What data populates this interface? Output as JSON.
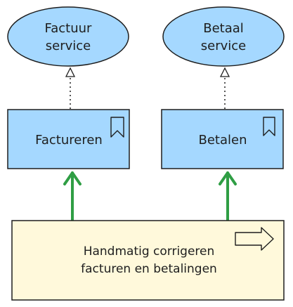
{
  "diagram": {
    "services": [
      {
        "line1": "Factuur",
        "line2": "service"
      },
      {
        "line1": "Betaal",
        "line2": "service"
      }
    ],
    "processes": [
      {
        "label": "Factureren"
      },
      {
        "label": "Betalen"
      }
    ],
    "event": {
      "line1": "Handmatig corrigeren",
      "line2": "facturen en betalingen"
    }
  },
  "colors": {
    "service_fill": "#a5d8ff",
    "process_fill": "#a5d8ff",
    "event_fill": "#fff9db",
    "stroke": "#1e1e1e",
    "trigger_arrow": "#2f9e44"
  },
  "icons": {
    "process": "bookmark-icon",
    "event": "arrow-right-icon",
    "realization": "hollow-triangle-arrowhead"
  }
}
